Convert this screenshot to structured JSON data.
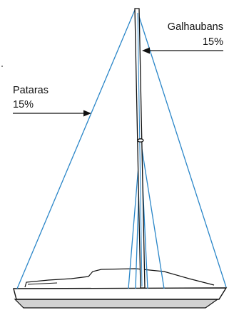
{
  "labels": {
    "galhaubans": {
      "name": "Galhaubans",
      "value": "15%"
    },
    "pataras": {
      "name": "Pataras",
      "value": "15%"
    }
  },
  "colors": {
    "rigging": "#2a86c8",
    "outline": "#111111",
    "hull_band": "#d2d2d2",
    "background": "#ffffff"
  }
}
